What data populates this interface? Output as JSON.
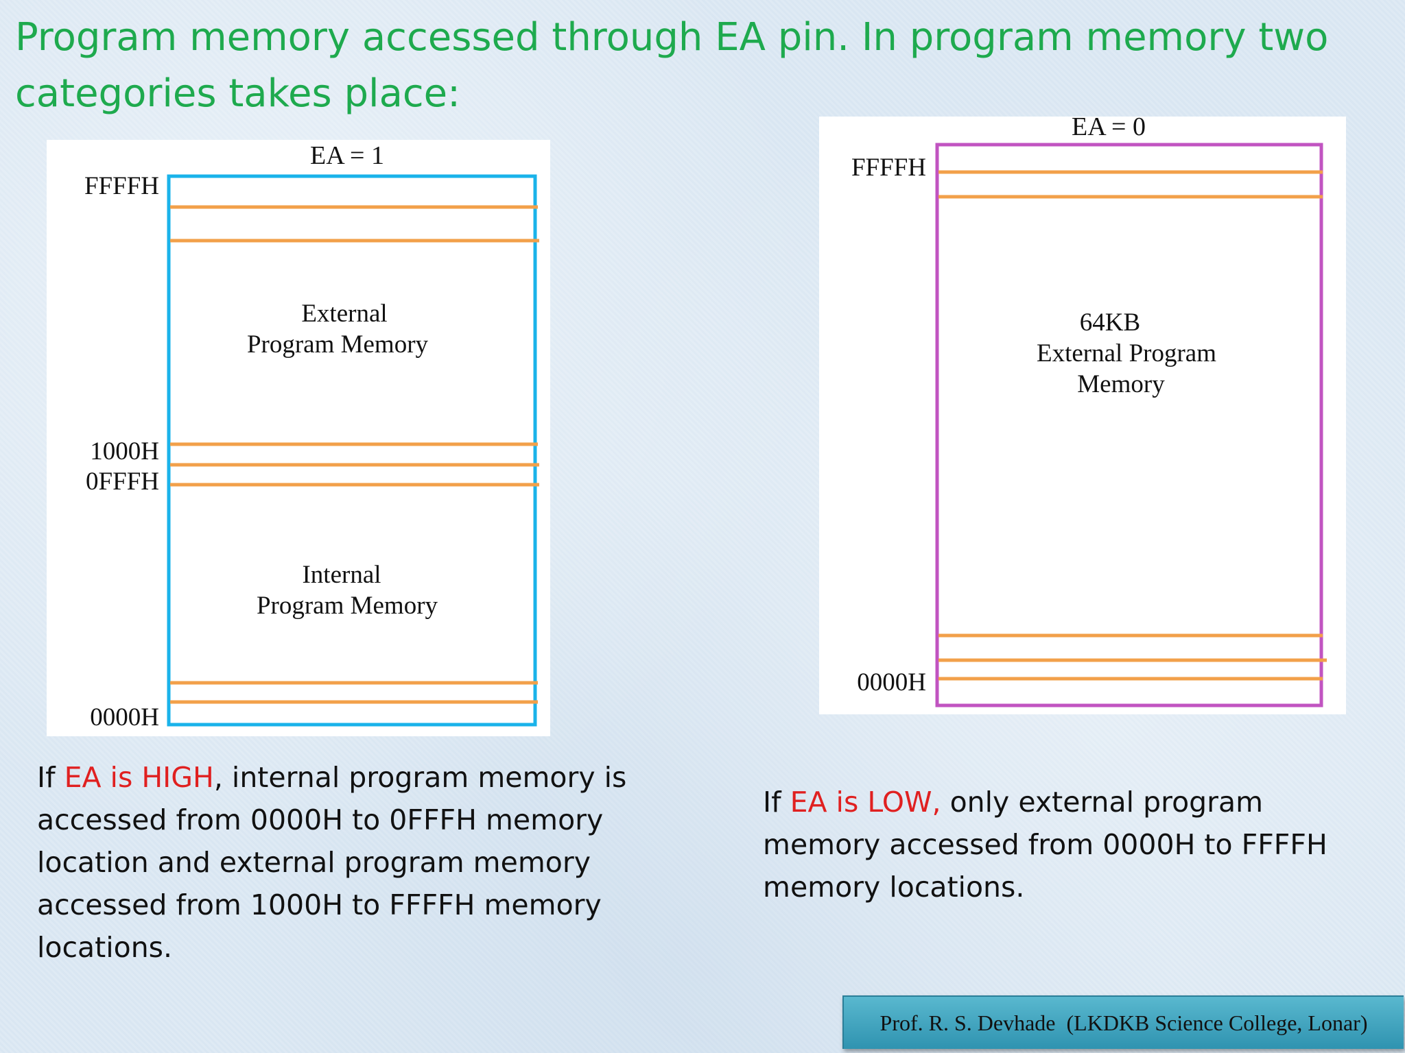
{
  "title": "Program memory accessed through EA pin. In program memory two categories takes place:",
  "left_diagram": {
    "header": "EA = 1",
    "addresses": {
      "top": "FFFFH",
      "mid_high": "1000H",
      "mid_low": "0FFFH",
      "bottom": "0000H"
    },
    "upper_region": [
      "External",
      "Program Memory"
    ],
    "lower_region": [
      "Internal",
      "Program Memory"
    ],
    "frame_color": "#1ab3ea",
    "line_color": "#f2a04a"
  },
  "right_diagram": {
    "header": "EA = 0",
    "addresses": {
      "top": "FFFFH",
      "bottom": "0000H"
    },
    "region": [
      "64KB",
      "External Program",
      "Memory"
    ],
    "frame_color": "#c154c1",
    "line_color": "#f2a04a"
  },
  "paragraph_high": {
    "prefix": "If ",
    "highlight": "EA is HIGH",
    "rest": ", internal program memory is accessed from 0000H to 0FFFH memory location and external program memory accessed from 1000H to FFFFH memory locations."
  },
  "paragraph_low": {
    "prefix": "If ",
    "highlight": "EA is LOW,",
    "rest": " only external program memory accessed from 0000H to FFFFH memory locations."
  },
  "highlight_color": "#e02020",
  "title_color": "#1eaa4e",
  "footer": "Prof. R. S. Devhade  (LKDKB Science College, Lonar)"
}
